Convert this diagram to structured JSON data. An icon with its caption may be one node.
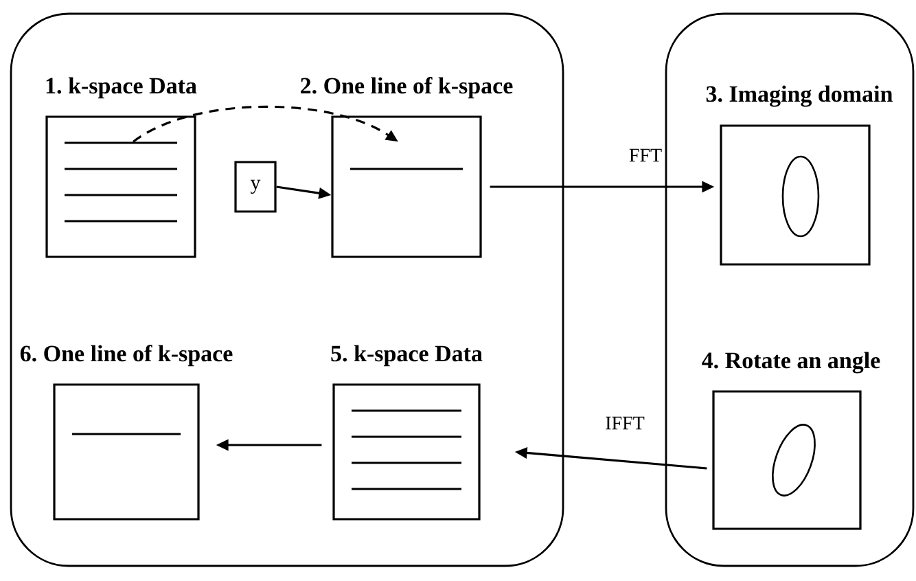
{
  "diagram": {
    "nodes": [
      {
        "text": [],
        "shape": "box"
      },
      {
        "text": [
          "1. k-space Data"
        ],
        "in": 0
      },
      {
        "text": [
          "2. One line of k-space"
        ],
        "in": 0
      },
      {
        "text": [
          "y"
        ],
        "in": 0
      },
      {
        "text": [
          "6. One line of k-space"
        ],
        "in": 0
      },
      {
        "text": [
          "5. k-space Data"
        ],
        "in": 0
      },
      {
        "text": [],
        "shape": "box"
      },
      {
        "text": [
          "3. Imaging domain"
        ],
        "in": 6
      },
      {
        "text": [
          "4. Rotate an angle"
        ],
        "in": 6
      }
    ],
    "edges": [
      {
        "from": 1,
        "to": 2,
        "arrow": "to",
        "style": "dashed"
      },
      {
        "from": 3,
        "to": 2,
        "arrow": "to"
      },
      {
        "from": 2,
        "to": 7,
        "arrow": "to",
        "label": "FFT"
      },
      {
        "from": 8,
        "to": 5,
        "arrow": "to",
        "label": "IFFT"
      },
      {
        "from": 5,
        "to": 4,
        "arrow": "to"
      }
    ]
  }
}
